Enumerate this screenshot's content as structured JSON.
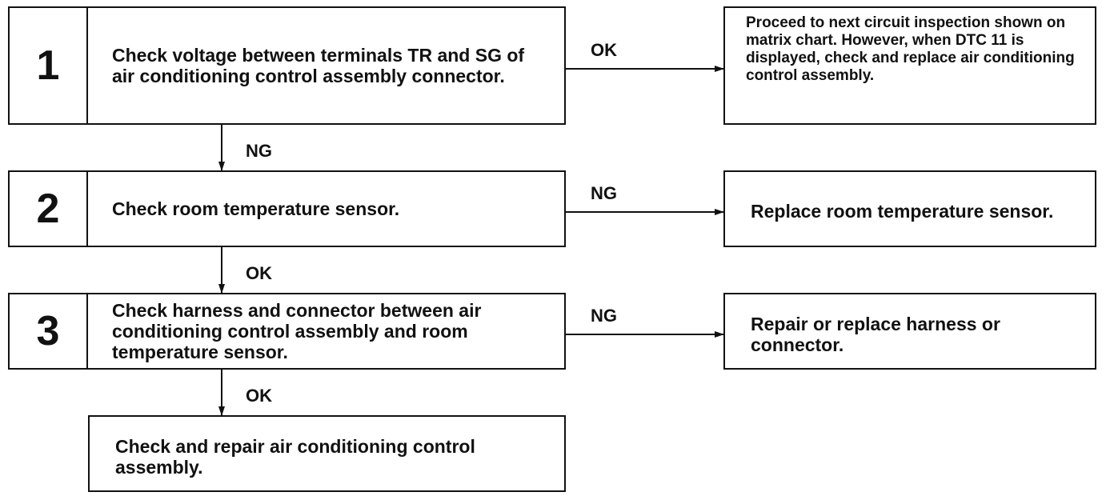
{
  "steps": [
    {
      "number": "1",
      "text": "Check voltage between terminals TR and SG of air conditioning control assembly connector."
    },
    {
      "number": "2",
      "text": "Check room temperature sensor."
    },
    {
      "number": "3",
      "text": "Check harness and connector between air conditioning control assembly and room temperature sensor."
    }
  ],
  "final": {
    "text": "Check and repair air conditioning control assembly."
  },
  "results": [
    {
      "text": "Proceed to next circuit inspection shown on matrix chart. However, when DTC 11 is displayed, check and replace air conditioning control assembly."
    },
    {
      "text": "Replace room temperature sensor."
    },
    {
      "text": "Repair or replace harness or connector."
    }
  ],
  "branch_labels": {
    "step1_right": "OK",
    "step1_down": "NG",
    "step2_right": "NG",
    "step2_down": "OK",
    "step3_right": "NG",
    "step3_down": "OK"
  }
}
